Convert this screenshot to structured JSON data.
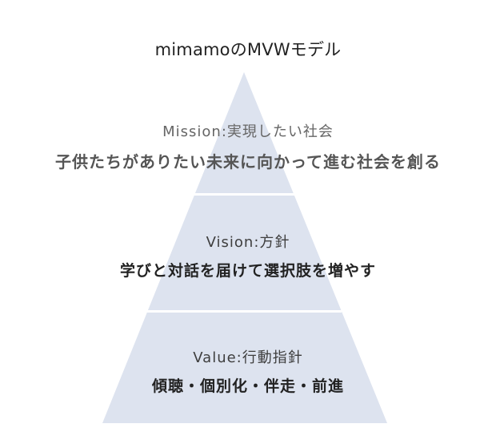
{
  "title": "mimamoのMVWモデル",
  "colors": {
    "pyramid_fill": "#dde3ef",
    "divider": "#ffffff",
    "text_dark": "#222222",
    "text_muted": "#666666"
  },
  "tiers": [
    {
      "label": "Mission:実現したい社会",
      "text": "子供たちがありたい未来に向かって進む社会を創る"
    },
    {
      "label": "Vision:方針",
      "text": "学びと対話を届けて選択肢を増やす"
    },
    {
      "label": "Value:行動指針",
      "text": "傾聴・個別化・伴走・前進"
    }
  ]
}
